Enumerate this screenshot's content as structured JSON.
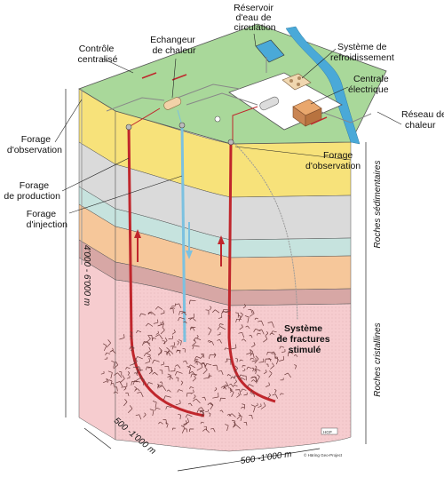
{
  "labels": {
    "reservoir": [
      "Réservoir",
      "d'eau de",
      "circulation"
    ],
    "controle": [
      "Contrôle",
      "centralisé"
    ],
    "echangeur": [
      "Echangeur",
      "de chaleur"
    ],
    "refroidissement": [
      "Système de",
      "refroidissement"
    ],
    "centrale": [
      "Centrale",
      "électrique"
    ],
    "reseau": [
      "Réseau de",
      "chaleur"
    ],
    "forage_obs_left": [
      "Forage",
      "d'observation"
    ],
    "forage_obs_right": [
      "Forage",
      "d'observation"
    ],
    "forage_prod": [
      "Forage",
      "de production"
    ],
    "forage_inj": [
      "Forage",
      "d'injection"
    ],
    "fractures": [
      "Système",
      "de fractures",
      "stimulé"
    ]
  },
  "dimensions": {
    "depth": "4'000 - 6'000 m",
    "width_left": "500 -1'000 m",
    "width_bottom": "500 -1'000 m",
    "roches_sed": "Roches sédimentaires",
    "roches_crist": "Roches cristallines"
  },
  "credits": {
    "copyright": "© Häring Geo-Project",
    "badge": "HGP"
  },
  "colors": {
    "ground": "#a9d89a",
    "layer_yellow": "#f7e27a",
    "layer_gray": "#dadada",
    "layer_teal": "#c6e3de",
    "layer_orange": "#f6c79a",
    "layer_mauve": "#d7a7a5",
    "crystalline": "#f6cccf",
    "production_well": "#c0262c",
    "injection_well": "#7cc1e0",
    "water": "#4aa9d8"
  }
}
